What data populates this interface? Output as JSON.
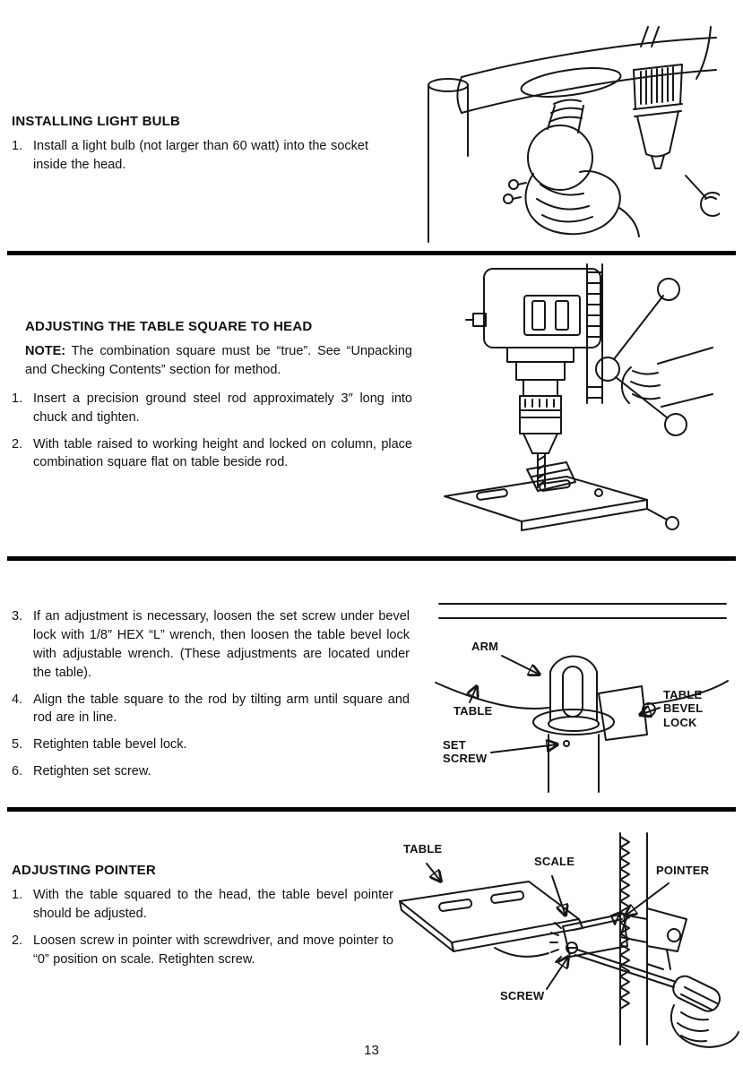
{
  "page_number": "13",
  "sec1": {
    "title": "INSTALLING LIGHT BULB",
    "steps": [
      {
        "num": "1.",
        "text": "Install a light bulb (not larger than 60 watt) into the socket inside the head."
      }
    ]
  },
  "sec2": {
    "title": "ADJUSTING THE TABLE SQUARE TO HEAD",
    "note_label": "NOTE:",
    "note_text": "The combination square must be “true”. See “Unpacking and Checking Contents” section for method.",
    "steps": [
      {
        "num": "1.",
        "text": "Insert a precision ground steel rod approximately 3″ long into chuck and tighten."
      },
      {
        "num": "2.",
        "text": "With table raised to working height and locked on column, place combination square flat on table beside rod."
      }
    ]
  },
  "sec3": {
    "steps": [
      {
        "num": "3.",
        "text": "If an adjustment is necessary, loosen the set screw under bevel lock with 1/8″ HEX “L” wrench, then loosen the table bevel lock with adjustable wrench. (These adjustments are located under the table)."
      },
      {
        "num": "4.",
        "text": "Align the table square to the rod by tilting arm until square and rod are in line."
      },
      {
        "num": "5.",
        "text": "Retighten table bevel lock."
      },
      {
        "num": "6.",
        "text": "Retighten set screw."
      }
    ],
    "labels": {
      "arm": "ARM",
      "table": "TABLE",
      "set_screw": "SET\nSCREW",
      "table_bevel_lock": "TABLE\nBEVEL\nLOCK"
    }
  },
  "sec4": {
    "title": "ADJUSTING POINTER",
    "steps": [
      {
        "num": "1.",
        "text": "With the table squared to the head, the table bevel pointer should be adjusted."
      },
      {
        "num": "2.",
        "text": "Loosen screw in pointer with screwdriver, and move pointer to “0” position on scale. Retighten screw."
      }
    ],
    "labels": {
      "table": "TABLE",
      "scale": "SCALE",
      "pointer": "POINTER",
      "screw": "SCREW"
    }
  }
}
